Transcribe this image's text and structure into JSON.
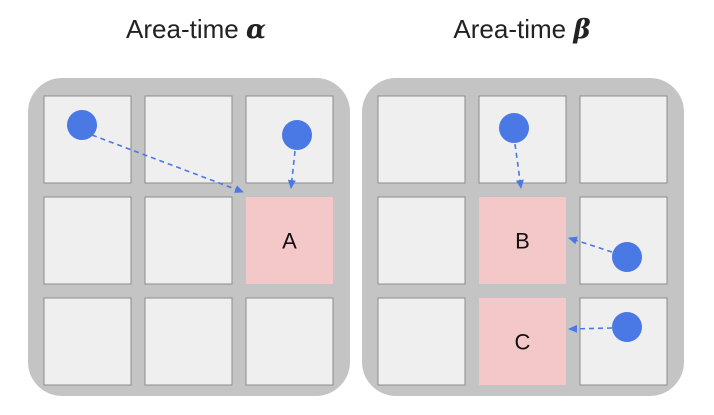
{
  "panels": [
    {
      "title_text": "Area-time ",
      "title_symbol": "α",
      "cells": [
        {
          "row": 0,
          "col": 0,
          "highlighted": false,
          "label": ""
        },
        {
          "row": 0,
          "col": 1,
          "highlighted": false,
          "label": ""
        },
        {
          "row": 0,
          "col": 2,
          "highlighted": false,
          "label": ""
        },
        {
          "row": 1,
          "col": 0,
          "highlighted": false,
          "label": ""
        },
        {
          "row": 1,
          "col": 1,
          "highlighted": false,
          "label": ""
        },
        {
          "row": 1,
          "col": 2,
          "highlighted": true,
          "label": "A"
        },
        {
          "row": 2,
          "col": 0,
          "highlighted": false,
          "label": ""
        },
        {
          "row": 2,
          "col": 1,
          "highlighted": false,
          "label": ""
        },
        {
          "row": 2,
          "col": 2,
          "highlighted": false,
          "label": ""
        }
      ]
    },
    {
      "title_text": "Area-time ",
      "title_symbol": "β",
      "cells": [
        {
          "row": 0,
          "col": 0,
          "highlighted": false,
          "label": ""
        },
        {
          "row": 0,
          "col": 1,
          "highlighted": false,
          "label": ""
        },
        {
          "row": 0,
          "col": 2,
          "highlighted": false,
          "label": ""
        },
        {
          "row": 1,
          "col": 0,
          "highlighted": false,
          "label": ""
        },
        {
          "row": 1,
          "col": 1,
          "highlighted": true,
          "label": "B"
        },
        {
          "row": 1,
          "col": 2,
          "highlighted": false,
          "label": ""
        },
        {
          "row": 2,
          "col": 0,
          "highlighted": false,
          "label": ""
        },
        {
          "row": 2,
          "col": 1,
          "highlighted": true,
          "label": "C"
        },
        {
          "row": 2,
          "col": 2,
          "highlighted": false,
          "label": ""
        }
      ]
    }
  ],
  "colors": {
    "panel_bg": "#c4c4c4",
    "cell": "#efefef",
    "cell_border": "#8c8c8c",
    "highlight": "#f4c7c9",
    "dot": "#4a78e4",
    "arrow": "#4a78e4"
  }
}
